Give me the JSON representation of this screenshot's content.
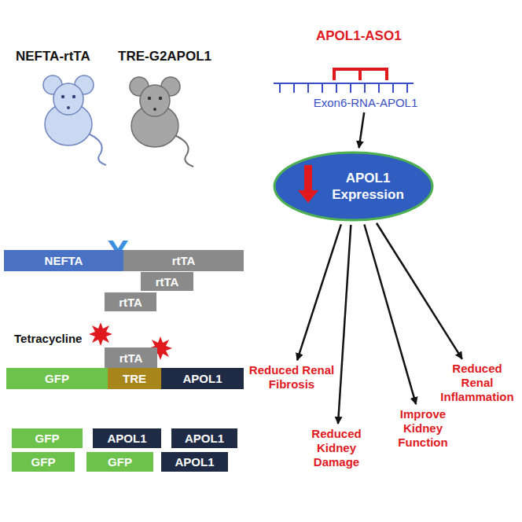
{
  "diagram": {
    "nodes": [
      {
        "text": [
          "NEFTA"
        ]
      },
      {
        "text": [
          "rtTA"
        ]
      },
      {
        "text": [
          "rtTA"
        ]
      },
      {
        "text": [
          "rtTA"
        ]
      },
      {
        "text": [
          "rtTA"
        ]
      },
      {
        "text": [
          "GFP"
        ]
      },
      {
        "text": [
          "TRE"
        ]
      },
      {
        "text": [
          "APOL1"
        ]
      },
      {
        "text": [
          "GFP"
        ]
      },
      {
        "text": [
          "APOL1"
        ]
      },
      {
        "text": [
          "APOL1"
        ]
      },
      {
        "text": [
          "GFP"
        ]
      },
      {
        "text": [
          "GFP"
        ]
      },
      {
        "text": [
          "APOL1"
        ]
      },
      {
        "text": [
          "Exon6-RNA-APOL1"
        ]
      },
      {
        "text": [
          "APOL1 Expression"
        ]
      },
      {
        "text": [
          "Reduced Renal Fibrosis"
        ]
      },
      {
        "text": [
          "Reduced Kidney Damage"
        ]
      },
      {
        "text": [
          "Improve Kidney Function"
        ]
      },
      {
        "text": [
          "Reduced Renal Inflammation"
        ]
      }
    ],
    "edges": [
      {
        "from": 14,
        "to": 15,
        "arrow": "to"
      },
      {
        "from": 15,
        "to": 16,
        "arrow": "to"
      },
      {
        "from": 15,
        "to": 17,
        "arrow": "to"
      },
      {
        "from": 15,
        "to": 18,
        "arrow": "to"
      },
      {
        "from": 15,
        "to": 19,
        "arrow": "to"
      }
    ],
    "labels": [
      "NEFTA-rtTA",
      "TRE-G2APOL1",
      "X",
      "Tetracycline",
      "APOL1-ASO1"
    ]
  }
}
